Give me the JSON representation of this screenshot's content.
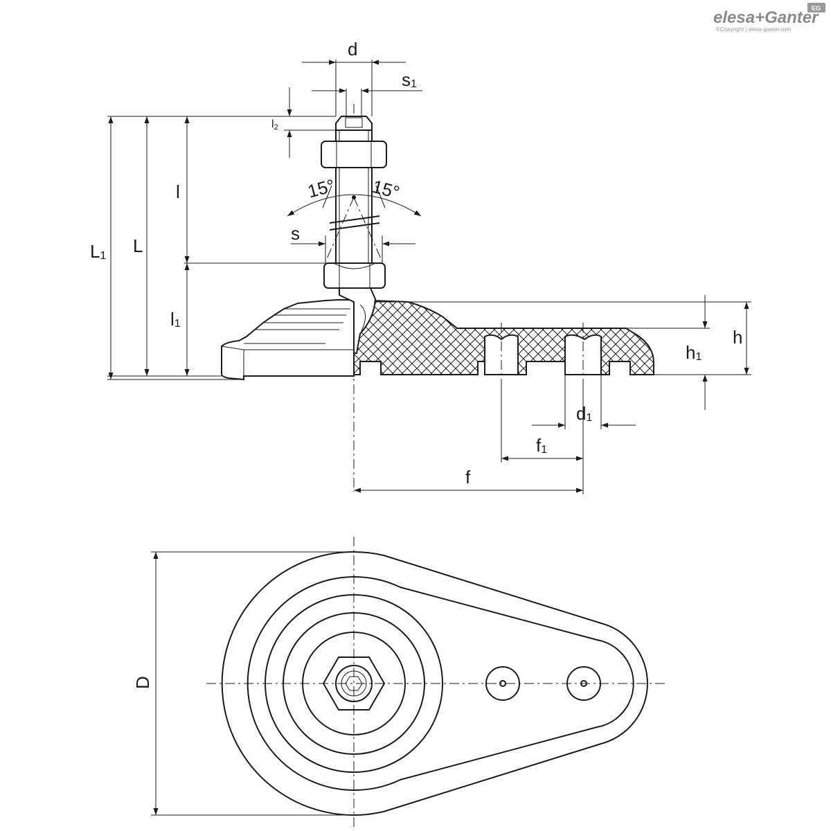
{
  "logo": {
    "brand": "elesa+Ganter",
    "badge": "EG",
    "copyright": "©Copyright | elesa-ganter.com"
  },
  "dimensions": {
    "d": "d",
    "s1": {
      "main": "s",
      "sub": "1"
    },
    "l2": {
      "main": "l",
      "sub": "2"
    },
    "l": "l",
    "L": "L",
    "L1": {
      "main": "L",
      "sub": "1"
    },
    "l1": {
      "main": "l",
      "sub": "1"
    },
    "s": "s",
    "angle_left": "15°",
    "angle_right": "15°",
    "h": "h",
    "h1": {
      "main": "h",
      "sub": "1"
    },
    "d1": {
      "main": "d",
      "sub": "1"
    },
    "f1": {
      "main": "f",
      "sub": "1"
    },
    "f": "f",
    "D": "D"
  },
  "colors": {
    "line": "#1a1a1a",
    "logo": "#8a8a8a",
    "background": "#ffffff"
  }
}
